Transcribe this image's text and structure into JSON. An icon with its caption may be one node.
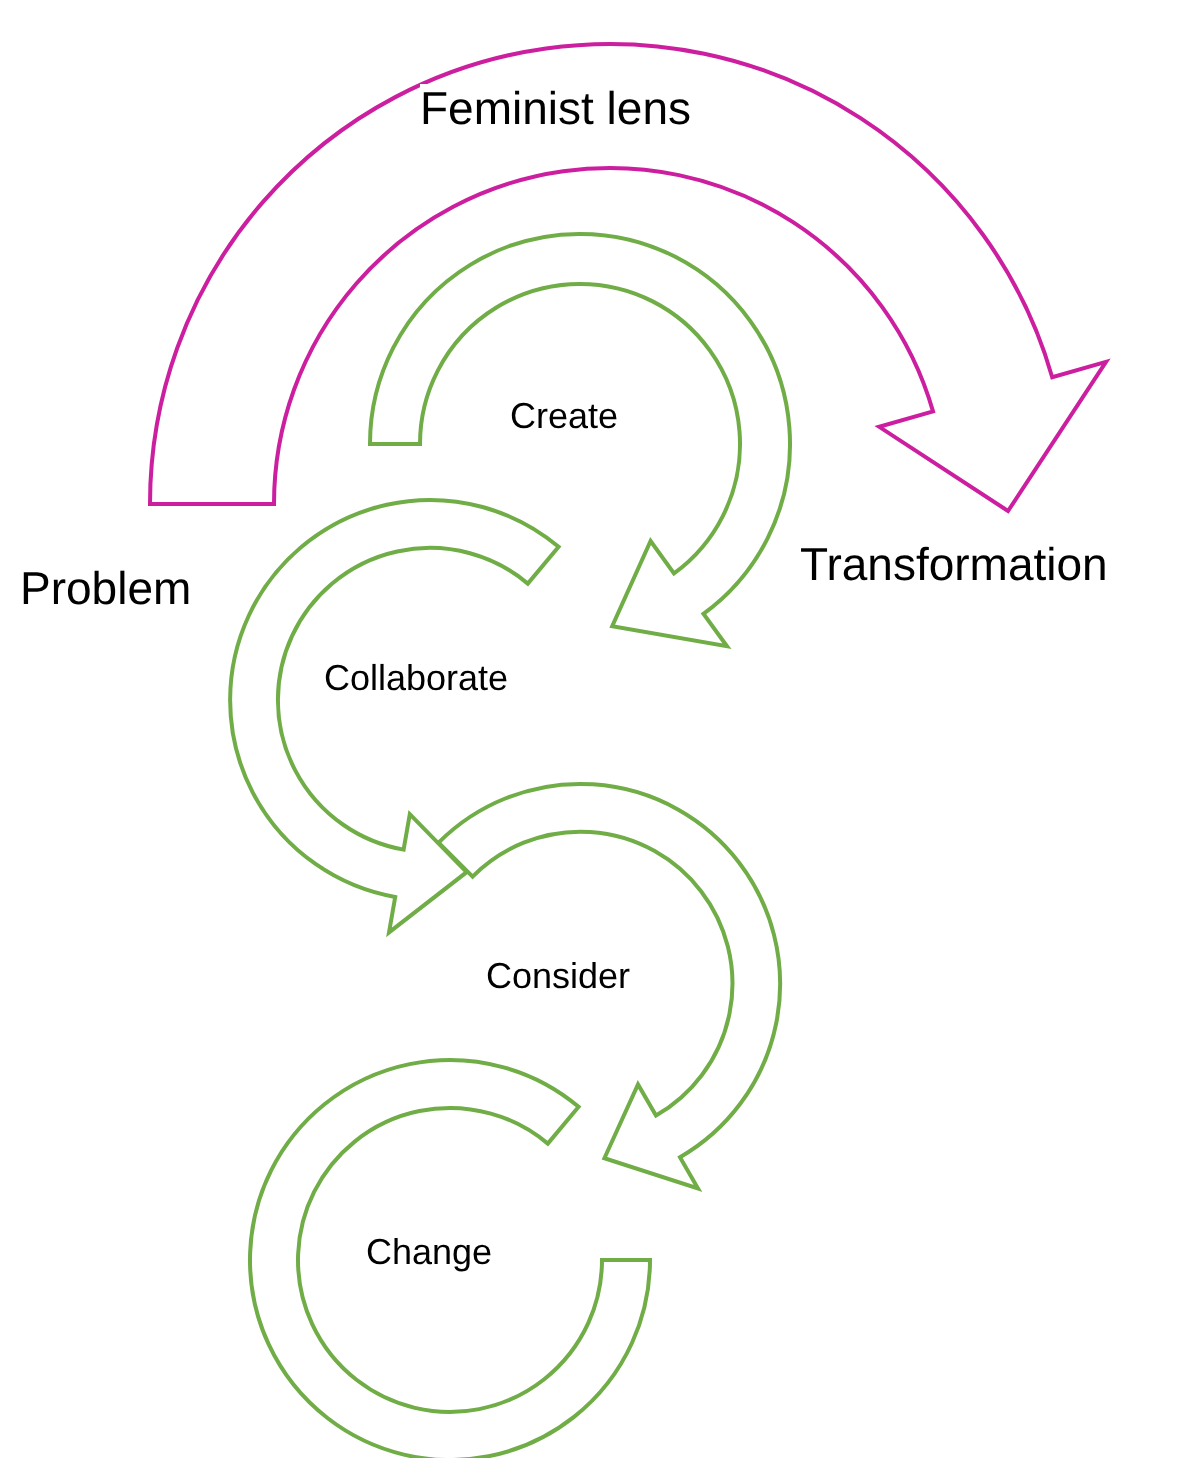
{
  "diagram": {
    "nodes": [
      {
        "text": [
          "Problem"
        ]
      },
      {
        "text": [
          "Transformation"
        ]
      },
      {
        "text": [
          "Create"
        ]
      },
      {
        "text": [
          "Collaborate"
        ]
      },
      {
        "text": [
          "Consider"
        ]
      },
      {
        "text": [
          "Change"
        ]
      }
    ],
    "edges": [
      {
        "from": 0,
        "to": 1,
        "arrow": "to",
        "label": "Feminist lens",
        "color": "#cc1fa0"
      },
      {
        "from": 2,
        "to": 3,
        "arrow": "to"
      },
      {
        "from": 3,
        "to": 4,
        "arrow": "to"
      },
      {
        "from": 4,
        "to": 5,
        "arrow": "to"
      }
    ]
  }
}
